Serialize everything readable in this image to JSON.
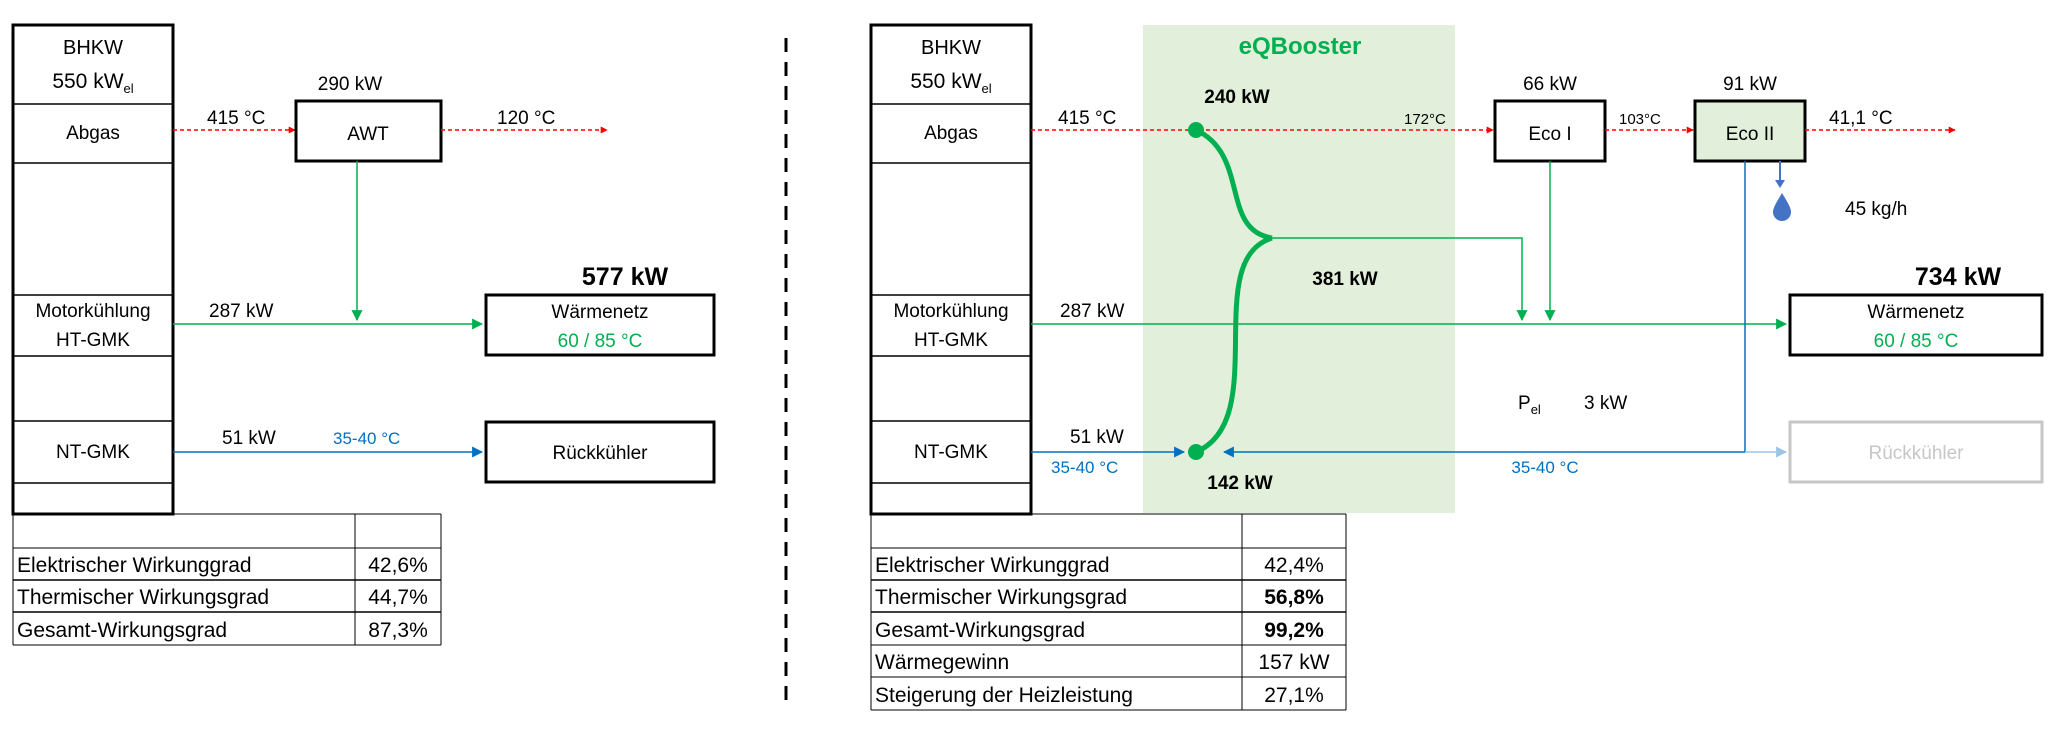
{
  "colors": {
    "exhaust": "#ff0000",
    "heat": "#00b050",
    "cooling": "#0070c0",
    "booster_fill": "#e2efda",
    "eco2_fill": "#e2efda",
    "disabled": "#c6c6c6",
    "disabled_arrow": "#9dc3e6"
  },
  "left": {
    "engine": {
      "name": "BHKW",
      "power_value": "550 kW",
      "power_sub": "el",
      "rows": {
        "exhaust": "Abgas",
        "engine_cooling_1": "Motorkühlung",
        "engine_cooling_2": "HT-GMK",
        "lt": "NT-GMK"
      }
    },
    "exhaust_in_temp": "415 °C",
    "awt": {
      "label": "AWT",
      "power": "290  kW"
    },
    "exhaust_out_temp": "120 °C",
    "ht_power": "287 kW",
    "lt_power": "51 kW",
    "lt_temp": "35-40 °C",
    "total_heat": "577 kW",
    "heat_network": {
      "label": "Wärmenetz",
      "temps": "60 / 85  °C"
    },
    "recooler": "Rückkühler",
    "table": {
      "rows": [
        {
          "label": "Elektrischer Wirkunggrad",
          "value": "42,6%"
        },
        {
          "label": "Thermischer Wirkungsgrad",
          "value": "44,7%"
        },
        {
          "label": "Gesamt-Wirkungsgrad",
          "value": "87,3%"
        }
      ]
    }
  },
  "right": {
    "engine": {
      "name": "BHKW",
      "power_value": "550 kW",
      "power_sub": "el",
      "rows": {
        "exhaust": "Abgas",
        "engine_cooling_1": "Motorkühlung",
        "engine_cooling_2": "HT-GMK",
        "lt": "NT-GMK"
      }
    },
    "booster_title": "eQBooster",
    "exhaust_in_temp": "415 °C",
    "booster_exhaust_power": "240 kW",
    "booster_heat_power": "381 kW",
    "booster_lt_power": "142 kW",
    "temp_after_booster": "172°C",
    "eco1": {
      "label": "Eco I",
      "power": "66 kW"
    },
    "temp_after_eco1": "103°C",
    "eco2": {
      "label": "Eco II",
      "power": "91 kW"
    },
    "exhaust_out_temp": "41,1 °C",
    "condensate": "45 kg/h",
    "ht_power": "287 kW",
    "lt_power": "51 kW",
    "lt_temp_left": "35-40 °C",
    "lt_temp_right": "35-40 °C",
    "pel_label": "P",
    "pel_sub": "el",
    "pel_value": "3 kW",
    "total_heat": "734 kW",
    "heat_network": {
      "label": "Wärmenetz",
      "temps": "60 / 85 °C"
    },
    "recooler": "Rückkühler",
    "table": {
      "rows": [
        {
          "label": "Elektrischer Wirkunggrad",
          "value": "42,4%",
          "bold": false
        },
        {
          "label": "Thermischer Wirkungsgrad",
          "value": "56,8%",
          "bold": true
        },
        {
          "label": "Gesamt-Wirkungsgrad",
          "value": "99,2%",
          "bold": true
        },
        {
          "label": "Wärmegewinn",
          "value": "157 kW",
          "bold": false
        },
        {
          "label": "Steigerung der Heizleistung",
          "value": "27,1%",
          "bold": false
        }
      ]
    }
  }
}
